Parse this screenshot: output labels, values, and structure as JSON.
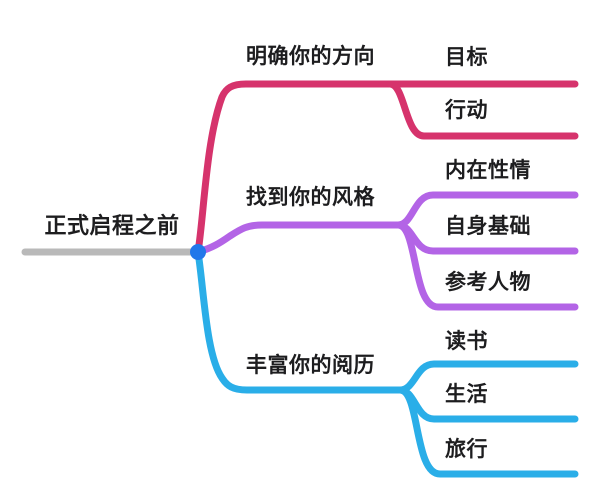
{
  "colors": {
    "text": "#1d1d1f",
    "background": "#ffffff"
  },
  "root": {
    "label": "正式启程之前",
    "line_color": "#b9b9b9",
    "dot_color": "#2277ea"
  },
  "branches": [
    {
      "label": "明确你的方向",
      "color": "#d6336c",
      "children": [
        {
          "label": "目标"
        },
        {
          "label": "行动"
        }
      ]
    },
    {
      "label": "找到你的风格",
      "color": "#b364e6",
      "children": [
        {
          "label": "内在性情"
        },
        {
          "label": "自身基础"
        },
        {
          "label": "参考人物"
        }
      ]
    },
    {
      "label": "丰富你的阅历",
      "color": "#2aaee8",
      "children": [
        {
          "label": "读书"
        },
        {
          "label": "生活"
        },
        {
          "label": "旅行"
        }
      ]
    }
  ]
}
